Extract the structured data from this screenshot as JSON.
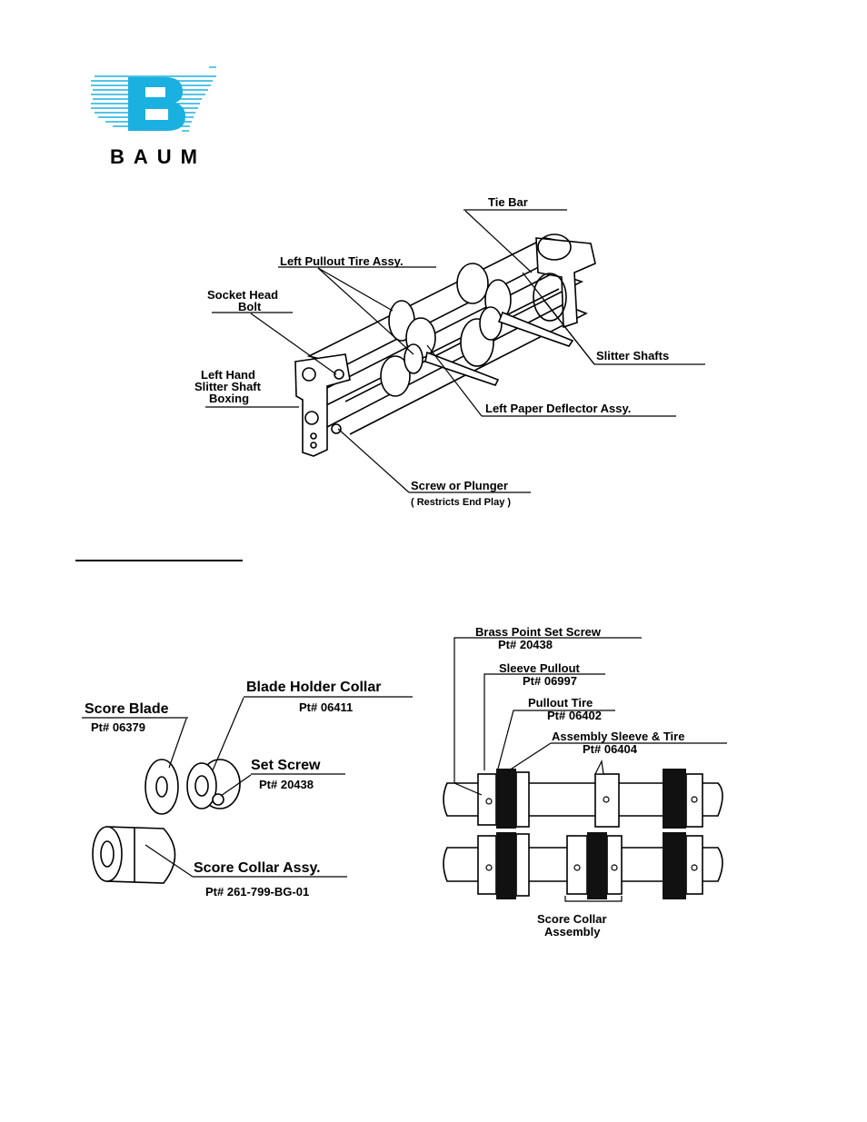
{
  "logo": {
    "wordmark": "BAUM",
    "letter": "B",
    "color": "#1ab0e0"
  },
  "top_diagram": {
    "labels": {
      "tie_bar": "Tie Bar",
      "left_pullout_tire": "Left Pullout Tire Assy.",
      "socket_head_1": "Socket Head",
      "socket_head_2": "Bolt",
      "left_hand_1": "Left Hand",
      "left_hand_2": "Slitter Shaft",
      "left_hand_3": "Boxing",
      "slitter_shafts": "Slitter Shafts",
      "left_paper_deflector": "Left Paper Deflector Assy.",
      "screw_plunger": "Screw or Plunger",
      "restricts": "( Restricts End Play )"
    }
  },
  "parts_diagram": {
    "score_blade": {
      "name": "Score Blade",
      "pt": "Pt#  06379"
    },
    "blade_holder_collar": {
      "name": "Blade Holder Collar",
      "pt": "Pt#  06411"
    },
    "set_screw": {
      "name": "Set Screw",
      "pt": "Pt#  20438"
    },
    "score_collar_assy": {
      "name": "Score Collar Assy.",
      "pt": "Pt#  261-799-BG-01"
    }
  },
  "assembly_diagram": {
    "brass_point": {
      "name": "Brass Point Set Screw",
      "pt": "Pt#  20438"
    },
    "sleeve_pullout": {
      "name": "Sleeve Pullout",
      "pt": "Pt#  06997"
    },
    "pullout_tire": {
      "name": "Pullout Tire",
      "pt": "Pt#  06402"
    },
    "assembly_sleeve": {
      "name": "Assembly Sleeve & Tire",
      "pt": "Pt#  06404"
    },
    "score_collar_1": "Score Collar",
    "score_collar_2": "Assembly"
  }
}
